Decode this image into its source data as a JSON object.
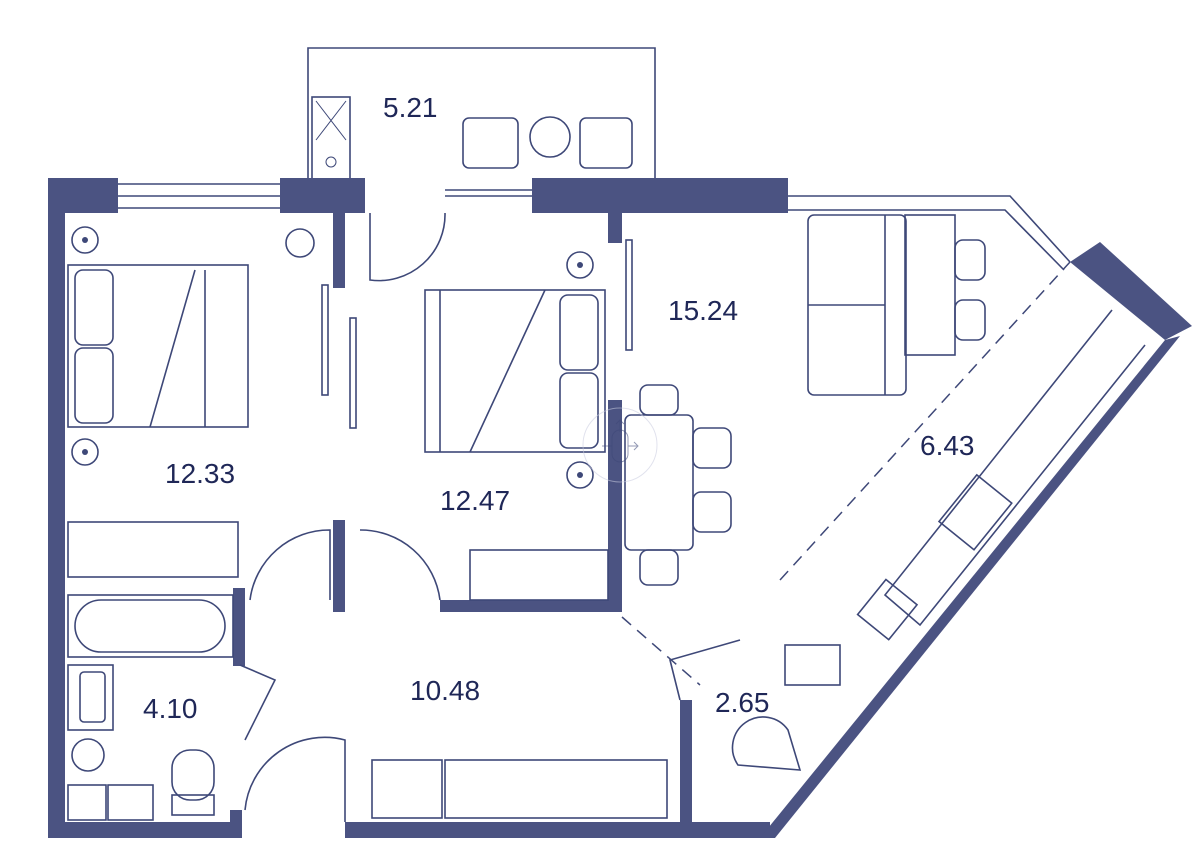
{
  "plan": {
    "wall_color": "#4b5382",
    "line_color": "#3e4878",
    "label_color": "#1f2757",
    "rooms": [
      {
        "id": "balcony",
        "area": "5.21"
      },
      {
        "id": "bedroom-left",
        "area": "12.33"
      },
      {
        "id": "bedroom-middle",
        "area": "12.47"
      },
      {
        "id": "living-room",
        "area": "15.24"
      },
      {
        "id": "kitchen",
        "area": "6.43"
      },
      {
        "id": "hallway",
        "area": "10.48"
      },
      {
        "id": "bathroom",
        "area": "4.10"
      },
      {
        "id": "toilet",
        "area": "2.65"
      }
    ],
    "cursor_icon": "move-cursor-icon"
  }
}
